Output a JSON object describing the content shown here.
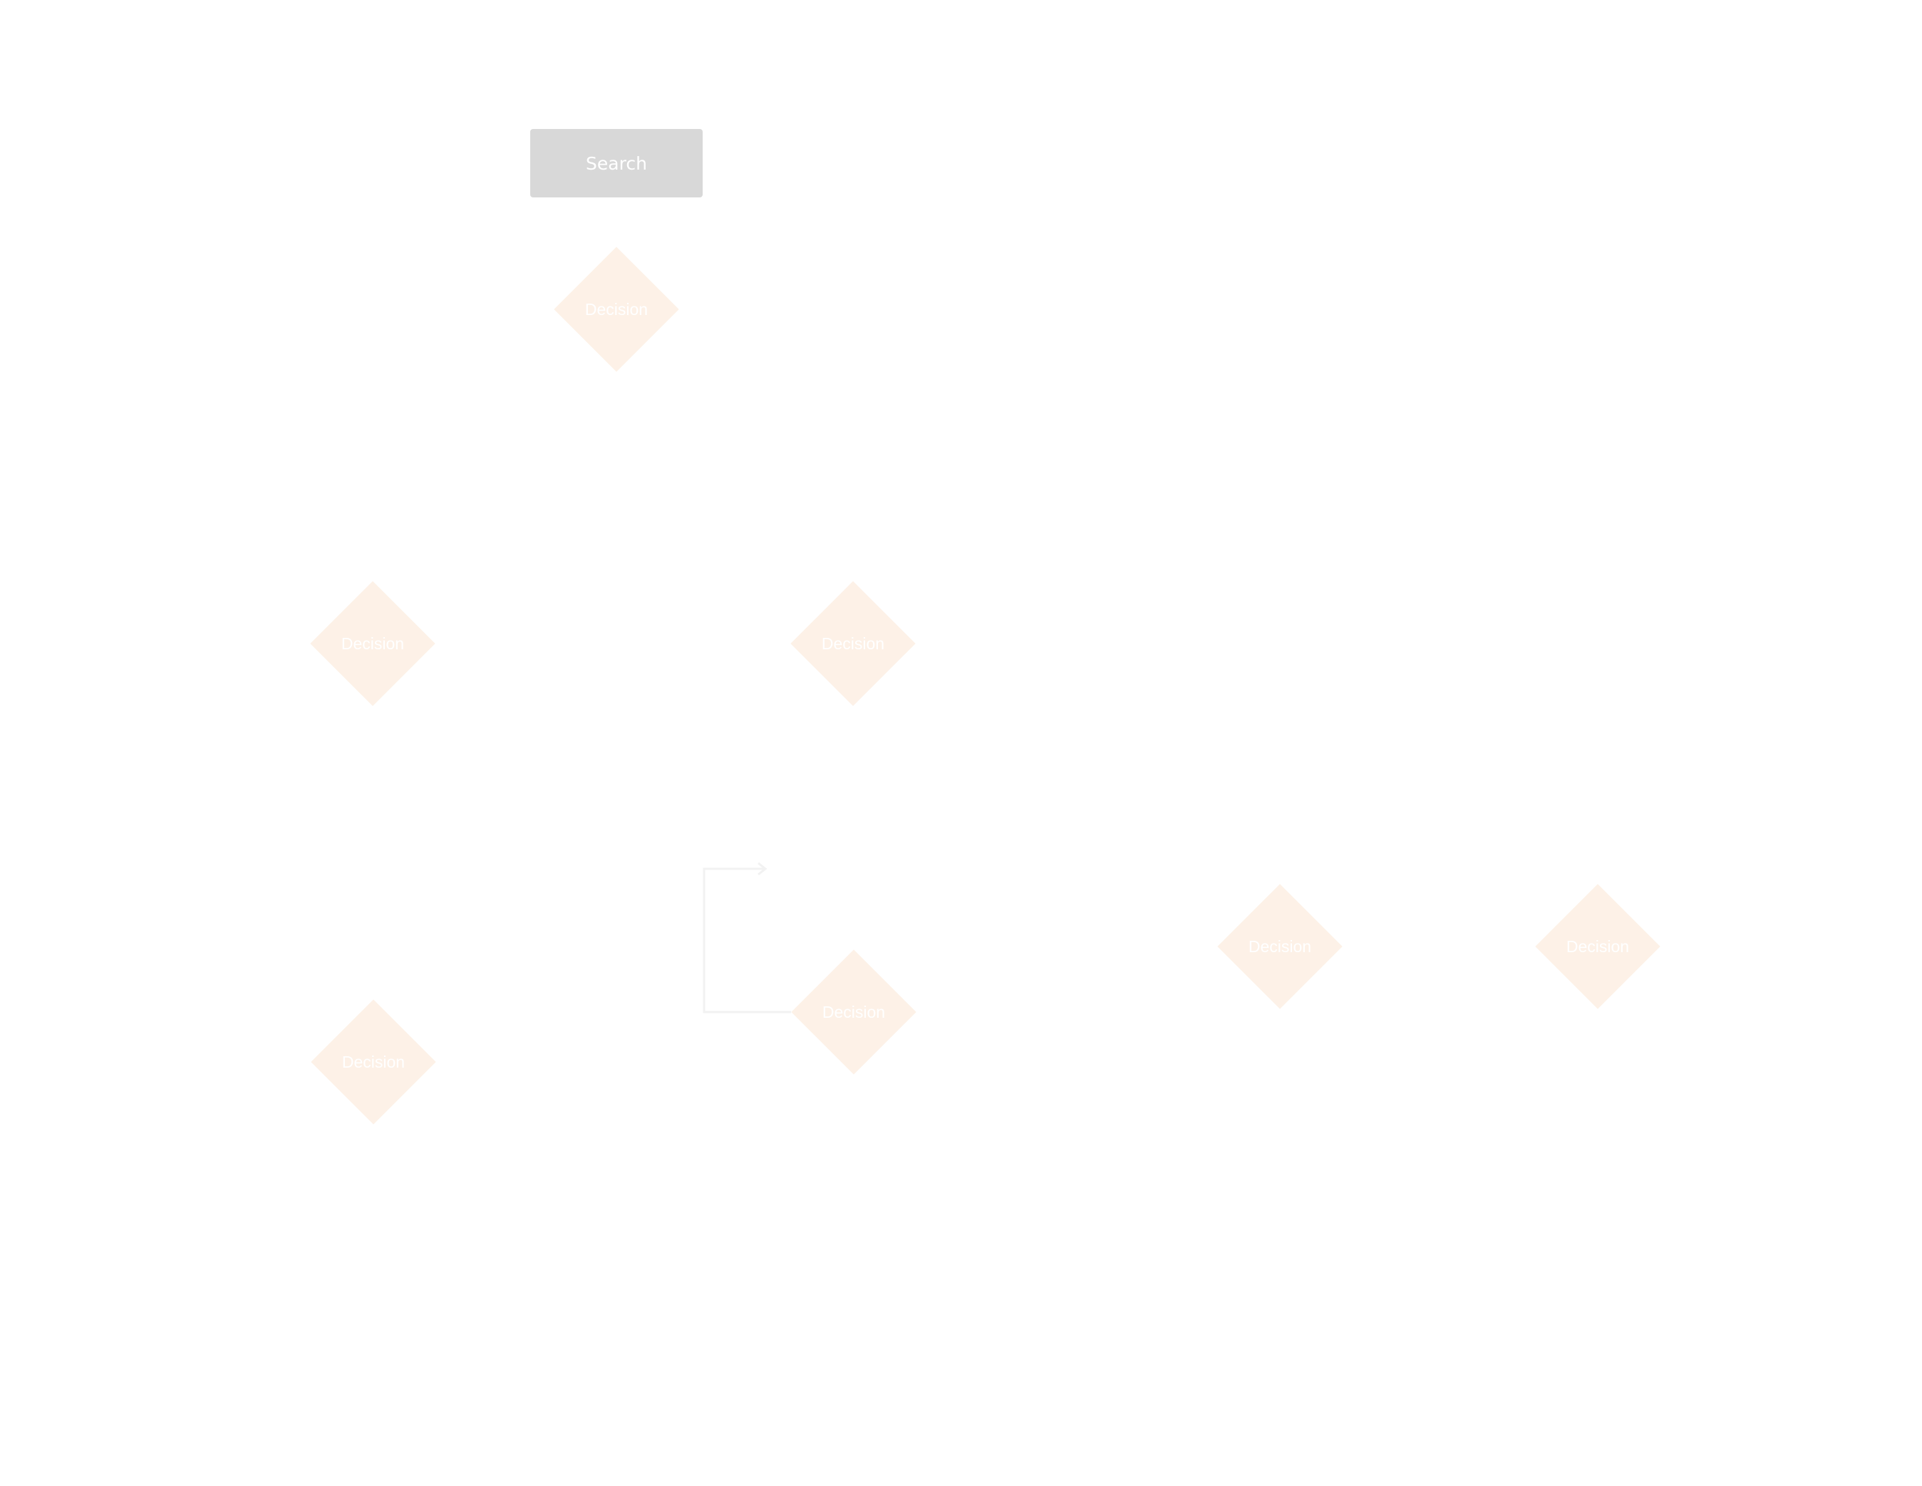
{
  "diagram": {
    "search_node": {
      "label": "Search"
    },
    "decisions": [
      {
        "label": "Decision"
      },
      {
        "label": "Decision"
      },
      {
        "label": "Decision"
      },
      {
        "label": "Decision"
      },
      {
        "label": "Decision"
      },
      {
        "label": "Decision"
      },
      {
        "label": "Decision"
      }
    ]
  },
  "colors": {
    "search_fill": "#d8d8d8",
    "decision_fill": "#fdf1e7",
    "label_text": "#ffffff",
    "connector": "#f2f2f2"
  }
}
